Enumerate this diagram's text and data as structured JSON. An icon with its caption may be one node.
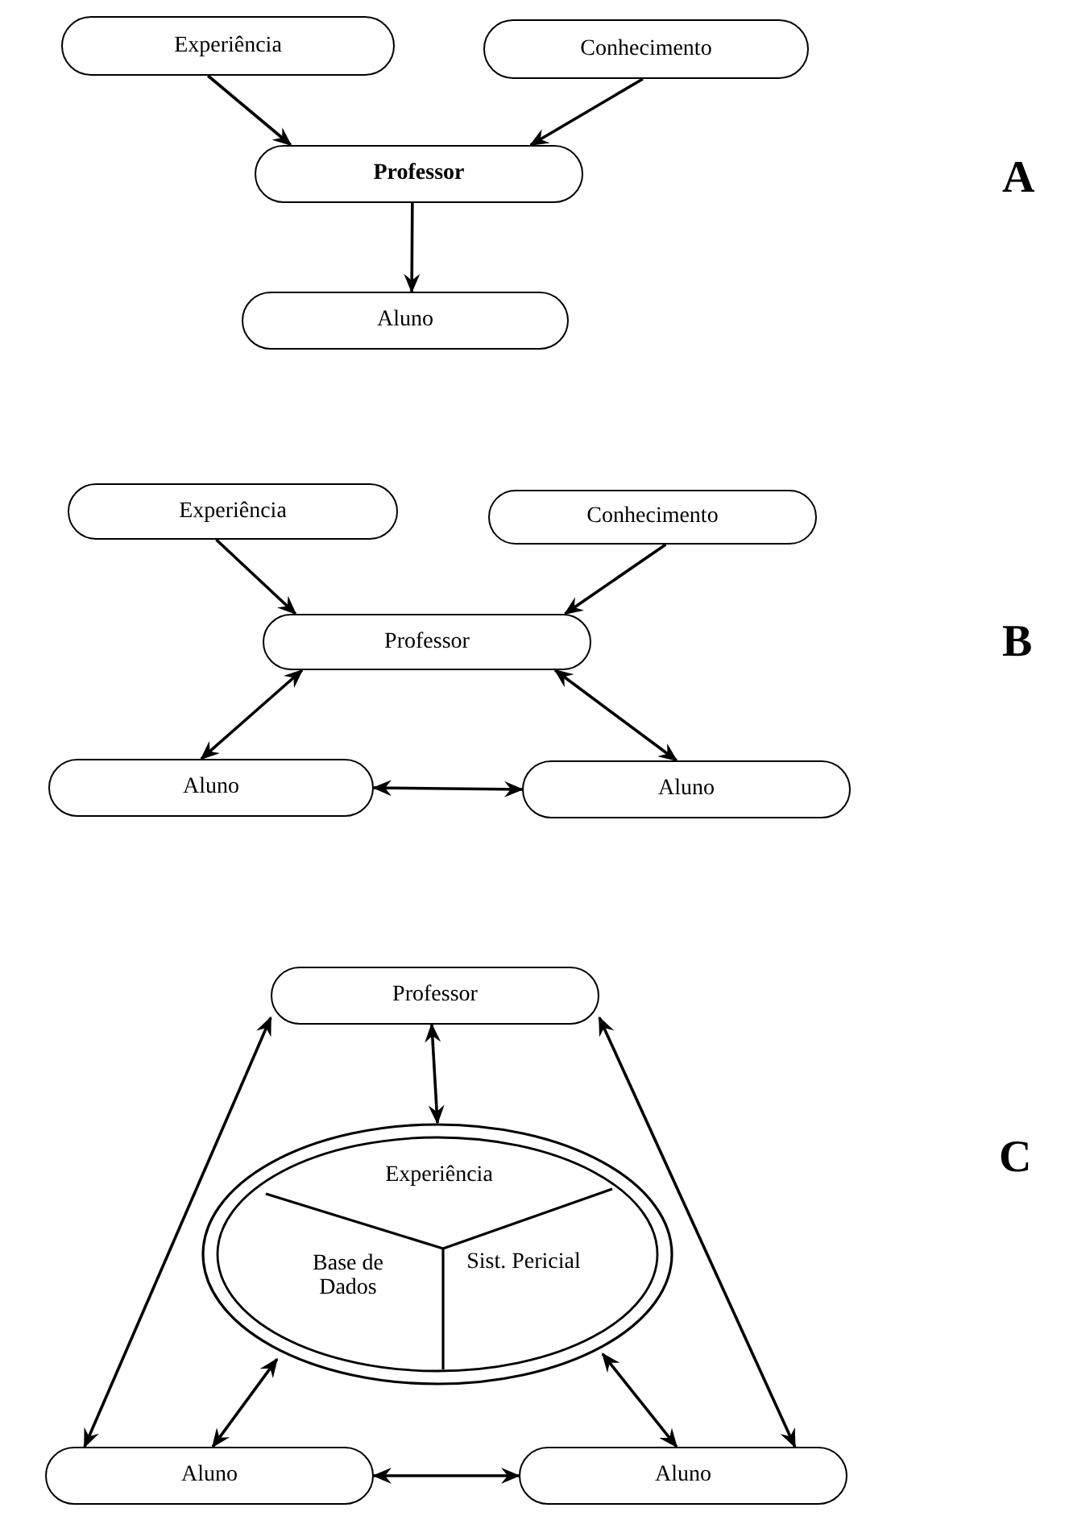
{
  "diagram": {
    "nodes": [
      {
        "text": [
          "Experiência"
        ]
      },
      {
        "text": [
          "Conhecimento"
        ]
      },
      {
        "text": [
          "Professor"
        ]
      },
      {
        "text": [
          "Aluno"
        ]
      },
      {
        "text": [
          "Experiência"
        ]
      },
      {
        "text": [
          "Conhecimento"
        ]
      },
      {
        "text": [
          "Professor"
        ]
      },
      {
        "text": [
          "Aluno"
        ]
      },
      {
        "text": [
          "Aluno"
        ]
      },
      {
        "text": [
          "Professor"
        ]
      },
      {
        "text": [],
        "shape": "ellipse"
      },
      {
        "text": [
          "Experiência"
        ],
        "in": 10
      },
      {
        "text": [
          "Base de Dados"
        ],
        "in": 10
      },
      {
        "text": [
          "Sist. Pericial"
        ],
        "in": 10
      },
      {
        "text": [
          "Aluno"
        ]
      },
      {
        "text": [
          "Aluno"
        ]
      }
    ],
    "edges": [
      {
        "from": 0,
        "to": 2,
        "arrow": "to"
      },
      {
        "from": 1,
        "to": 2,
        "arrow": "to"
      },
      {
        "from": 2,
        "to": 3,
        "arrow": "to"
      },
      {
        "from": 4,
        "to": 6,
        "arrow": "to"
      },
      {
        "from": 5,
        "to": 6,
        "arrow": "to"
      },
      {
        "from": 6,
        "to": 7,
        "arrow": "both"
      },
      {
        "from": 6,
        "to": 8,
        "arrow": "both"
      },
      {
        "from": 7,
        "to": 8,
        "arrow": "both"
      },
      {
        "from": 9,
        "to": 10,
        "arrow": "both"
      },
      {
        "from": 9,
        "to": 14,
        "arrow": "both"
      },
      {
        "from": 9,
        "to": 15,
        "arrow": "both"
      },
      {
        "from": 10,
        "to": 14,
        "arrow": "both"
      },
      {
        "from": 10,
        "to": 15,
        "arrow": "both"
      },
      {
        "from": 14,
        "to": 15,
        "arrow": "both"
      }
    ],
    "labels": [
      "A",
      "B",
      "C"
    ]
  }
}
